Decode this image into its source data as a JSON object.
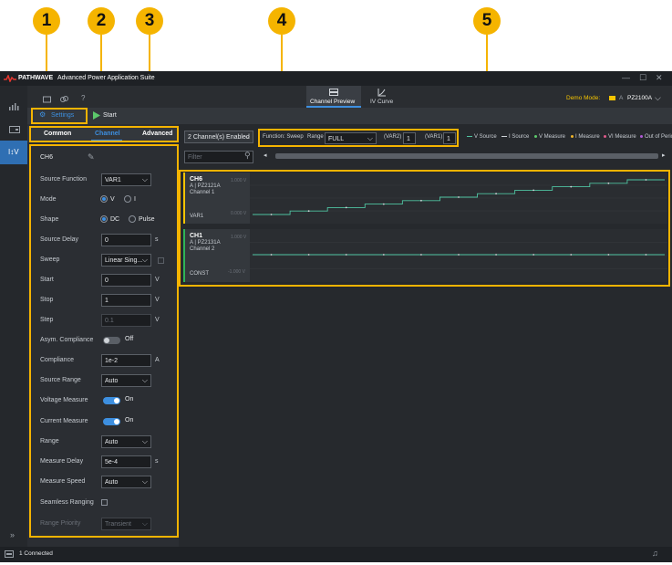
{
  "callouts": [
    "1",
    "2",
    "3",
    "4",
    "5"
  ],
  "app": {
    "brand": "PATHWAVE",
    "title": "Advanced Power Application Suite",
    "window_controls": [
      "—",
      "☐",
      "✕"
    ]
  },
  "views": [
    {
      "label": "Channel Preview",
      "active": true
    },
    {
      "label": "IV Curve",
      "active": false
    }
  ],
  "demo_mode": {
    "label": "Demo Mode:",
    "device": "PZ2100A"
  },
  "settings_label": "Settings",
  "start_label": "Start",
  "panel_tabs": [
    {
      "label": "Common",
      "active": false
    },
    {
      "label": "Channel",
      "active": true
    },
    {
      "label": "Advanced",
      "active": false
    }
  ],
  "channel": {
    "name": "CH6",
    "source_function": {
      "label": "Source Function",
      "value": "VAR1"
    },
    "mode": {
      "label": "Mode",
      "options": [
        "V",
        "I"
      ],
      "selected": "V"
    },
    "shape": {
      "label": "Shape",
      "options": [
        "DC",
        "Pulse"
      ],
      "selected": "DC"
    },
    "source_delay": {
      "label": "Source Delay",
      "value": "0",
      "unit": "s"
    },
    "sweep": {
      "label": "Sweep",
      "value": "Linear Sing..."
    },
    "start": {
      "label": "Start",
      "value": "0",
      "unit": "V"
    },
    "stop": {
      "label": "Stop",
      "value": "1",
      "unit": "V"
    },
    "step": {
      "label": "Step",
      "value": "0.1",
      "unit": "V"
    },
    "asym_compliance": {
      "label": "Asym. Compliance",
      "state": "Off"
    },
    "compliance": {
      "label": "Compliance",
      "value": "1e-2",
      "unit": "A"
    },
    "source_range": {
      "label": "Source Range",
      "value": "Auto"
    },
    "voltage_measure": {
      "label": "Voltage Measure",
      "state": "On"
    },
    "current_measure": {
      "label": "Current Measure",
      "state": "On"
    },
    "range": {
      "label": "Range",
      "value": "Auto"
    },
    "measure_delay": {
      "label": "Measure Delay",
      "value": "5e-4",
      "unit": "s"
    },
    "measure_speed": {
      "label": "Measure Speed",
      "value": "Auto"
    },
    "seamless_ranging": {
      "label": "Seamless Ranging"
    },
    "range_priority": {
      "label": "Range Priority",
      "value": "Transient"
    }
  },
  "preview_toolbar": {
    "channels_enabled": "2 Channel(s) Enabled",
    "function_label": "Function: Sweep",
    "range_label": "Range",
    "range_value": "FULL",
    "var2_label": "(VAR2)",
    "var2_value": "1",
    "var1_label": "(VAR1)",
    "var1_value": "1",
    "filter_placeholder": "Filter"
  },
  "legend": [
    {
      "label": "V Source",
      "color": "#4fc3a1",
      "kind": "line"
    },
    {
      "label": "I Source",
      "color": "#cfd3d8",
      "kind": "line"
    },
    {
      "label": "V Measure",
      "color": "#5cc96b",
      "kind": "dot"
    },
    {
      "label": "I Measure",
      "color": "#f0b429",
      "kind": "dot"
    },
    {
      "label": "VI Measure",
      "color": "#e05a8a",
      "kind": "dot"
    },
    {
      "label": "Out of Period",
      "color": "#b05ad8",
      "kind": "dot"
    }
  ],
  "channel_cards": [
    {
      "name": "CH6",
      "model": "A | PZ2121A",
      "channel": "Channel 1",
      "function": "VAR1",
      "ymax": "1.000 V",
      "ymin": "0.000 V",
      "accent": "#f5c400"
    },
    {
      "name": "CH1",
      "model": "A | PZ2131A",
      "channel": "Channel 2",
      "function": "CONST",
      "ymax": "1.000 V",
      "ymin": "-1.000 V",
      "accent": "#2fb457"
    }
  ],
  "chart_data": [
    {
      "type": "line",
      "series": [
        {
          "name": "V Source",
          "values": [
            0,
            0.1,
            0.2,
            0.3,
            0.4,
            0.5,
            0.6,
            0.7,
            0.8,
            0.9,
            1.0
          ]
        }
      ],
      "ylim": [
        0,
        1
      ]
    },
    {
      "type": "line",
      "series": [
        {
          "name": "V Source",
          "values": [
            0,
            0,
            0,
            0,
            0,
            0,
            0,
            0,
            0,
            0,
            0
          ]
        }
      ],
      "ylim": [
        -1,
        1
      ]
    }
  ],
  "status": {
    "connection": "1 Connected"
  },
  "colors": {
    "accent": "#3d8fe0",
    "callout": "#f5b400",
    "signal": "#4fc3a1"
  }
}
